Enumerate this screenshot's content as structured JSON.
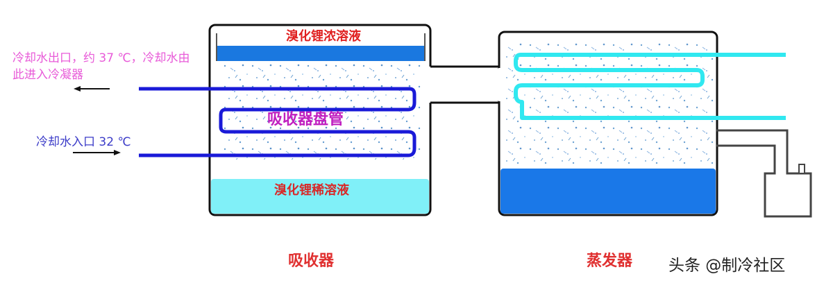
{
  "labels": {
    "cooling_water_outlet": "冷却水出口，约 37 ℃，冷却水由此进入冷凝器",
    "cooling_water_inlet": "冷却水入口 32 ℃",
    "concentrated_solution": "溴化锂浓溶液",
    "dilute_solution": "溴化锂稀溶液",
    "absorber_coil": "吸收器盘管",
    "absorber_title": "吸收器",
    "evaporator_title": "蒸发器",
    "watermark": "头条 @制冷社区"
  },
  "colors": {
    "vessel_outline": "#111111",
    "concentrated_tray": "#1a78e0",
    "dilute_pool": "#80f0f8",
    "evaporator_pool": "#1a78e8",
    "absorber_coil": "#1a1ad8",
    "evaporator_coil": "#30e8f0",
    "vapor_particles": "#4a8cc8",
    "label_red": "#e02020",
    "label_pink": "#e85ad8",
    "label_blue": "#3b3bc8",
    "label_magenta": "#c020c0"
  },
  "temperatures": {
    "outlet_c": 37,
    "inlet_c": 32
  }
}
